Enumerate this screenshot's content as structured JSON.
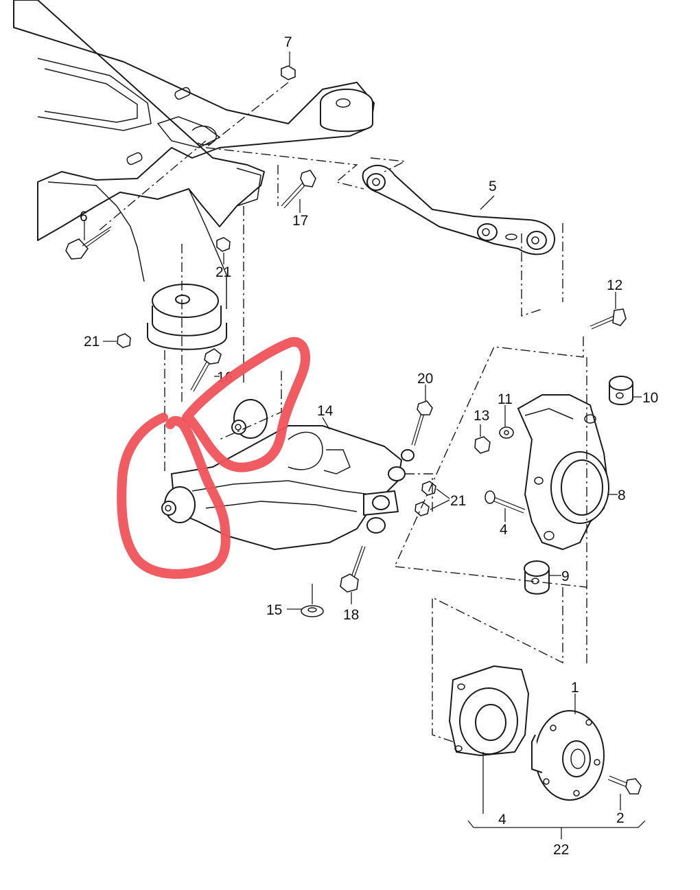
{
  "callouts": [
    {
      "id": "c7",
      "label": "7"
    },
    {
      "id": "c5",
      "label": "5"
    },
    {
      "id": "c6",
      "label": "6"
    },
    {
      "id": "c17",
      "label": "17"
    },
    {
      "id": "c21a",
      "label": "21"
    },
    {
      "id": "c21b",
      "label": "21"
    },
    {
      "id": "c16",
      "label": "16"
    },
    {
      "id": "c12",
      "label": "12"
    },
    {
      "id": "c20",
      "label": "20"
    },
    {
      "id": "c10",
      "label": "10"
    },
    {
      "id": "c14",
      "label": "14"
    },
    {
      "id": "c13",
      "label": "13"
    },
    {
      "id": "c11",
      "label": "11"
    },
    {
      "id": "c21c",
      "label": "21"
    },
    {
      "id": "c8",
      "label": "8"
    },
    {
      "id": "c4a",
      "label": "4"
    },
    {
      "id": "c9",
      "label": "9"
    },
    {
      "id": "c15",
      "label": "15"
    },
    {
      "id": "c18",
      "label": "18"
    },
    {
      "id": "c1",
      "label": "1"
    },
    {
      "id": "c4b",
      "label": "4"
    },
    {
      "id": "c2",
      "label": "2"
    },
    {
      "id": "c22",
      "label": "22"
    }
  ],
  "highlight_color": "#f0525a"
}
